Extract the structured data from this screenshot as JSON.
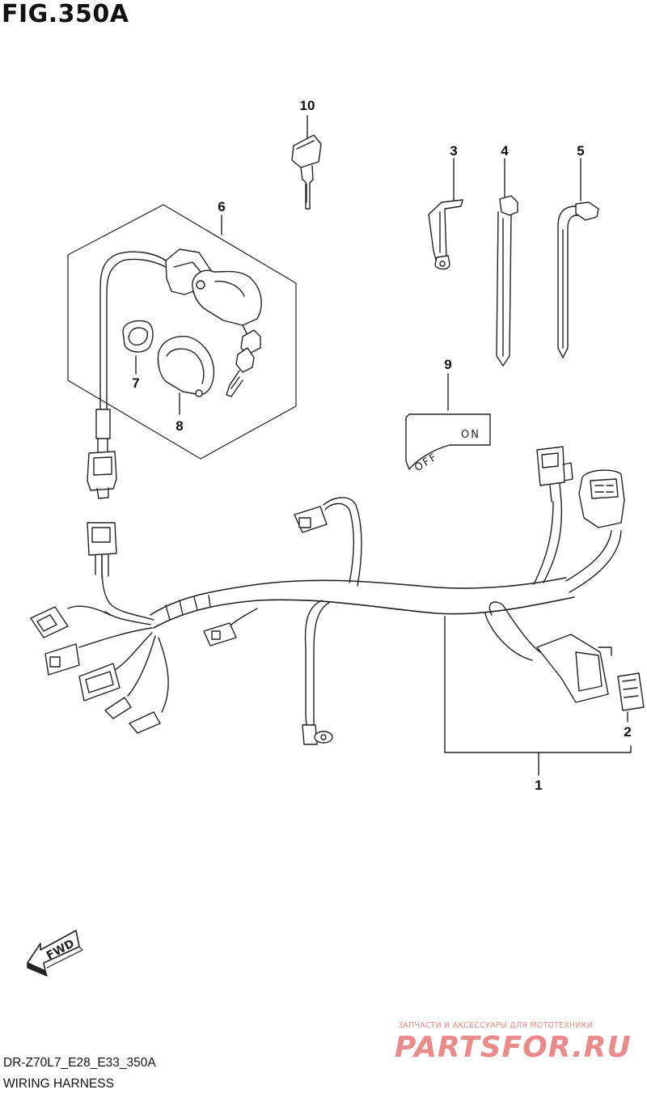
{
  "figure": {
    "title": "FIG.350A",
    "code": "DR-Z70L7_E28_E33_350A",
    "name": "WIRING HARNESS"
  },
  "callouts": [
    {
      "num": "1",
      "part": "wiring-harness"
    },
    {
      "num": "2",
      "part": "fuse"
    },
    {
      "num": "3",
      "part": "clamp"
    },
    {
      "num": "4",
      "part": "cable-tie"
    },
    {
      "num": "5",
      "part": "cable-tie"
    },
    {
      "num": "6",
      "part": "ignition-switch-set"
    },
    {
      "num": "7",
      "part": "nut"
    },
    {
      "num": "8",
      "part": "cover"
    },
    {
      "num": "9",
      "part": "plate"
    },
    {
      "num": "10",
      "part": "key"
    }
  ],
  "switch_plate": {
    "off": "OFF",
    "on": "ON"
  },
  "fwd_arrow": "FWD",
  "watermark": {
    "line1": "ЗАПЧАСТИ И АКСЕССУАРЫ ДЛЯ МОТОТЕХНИКИ",
    "line2": "PARTSFOR.RU"
  }
}
